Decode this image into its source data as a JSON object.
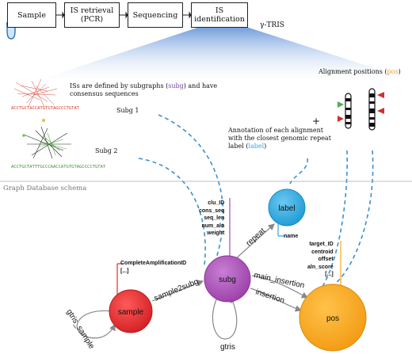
{
  "pipeline": {
    "steps": [
      "Sample",
      "IS retrieval\n(PCR)",
      "Sequencing",
      "IS\nidentification"
    ],
    "tool_name": "γ-TRIS"
  },
  "annotations": {
    "is_defined_prefix": "ISs are defined by subgraphs (",
    "subg_word": "subg",
    "is_defined_suffix": ") and have\nconsensus sequences",
    "subg1": "Subg 1",
    "subg2": "Subg 2",
    "seq1": "ACCTGCTACCATGTGTAGCCCTGTAT",
    "seq2": "ACCTGCTATTTGCCCAACCATGTGTAGCCCCTGTAT",
    "label_prefix": "Annotation of each alignment\nwith the closest genomic repeat\nlabel (",
    "label_word": "label",
    "label_suffix": ")",
    "plus": "+",
    "alignment_prefix": "Alignment positions (",
    "pos_word": "pos",
    "alignment_suffix": ")",
    "schema_title": "Graph Database schema"
  },
  "graph": {
    "nodes": [
      {
        "id": "sample",
        "label": "sample",
        "color": "#e8262b"
      },
      {
        "id": "subg",
        "label": "subg",
        "color": "#a34fb0"
      },
      {
        "id": "label",
        "label": "label",
        "color": "#27a9e1"
      },
      {
        "id": "pos",
        "label": "pos",
        "color": "#f7a51c"
      }
    ],
    "edges": [
      {
        "from": "sample",
        "to": "subg",
        "label": "sample2subg"
      },
      {
        "from": "subg",
        "to": "label",
        "label": "repeat"
      },
      {
        "from": "subg",
        "to": "pos",
        "label": "main_insertion"
      },
      {
        "from": "subg",
        "to": "pos",
        "label": "insertion"
      },
      {
        "from": "sample",
        "to": "sample",
        "label": "gtris_sample"
      },
      {
        "from": "subg",
        "to": "subg",
        "label": "gtris"
      }
    ],
    "properties": {
      "sample": "CompleteAmplificationID\n[...]",
      "subg": "clu_ID\ncons_seq\nseq_len\nnum_aln\nweight",
      "label": "name",
      "pos": "target_ID\ncentroid\noffset\naln_score\n[...]"
    }
  },
  "colors": {
    "subg_text": "#7b3fa0",
    "label_text": "#27a9e1",
    "pos_text": "#f39c12",
    "seq1_text": "#d0382b",
    "seq2_text": "#3f8f2f",
    "dashed": "#3a8fd1"
  }
}
